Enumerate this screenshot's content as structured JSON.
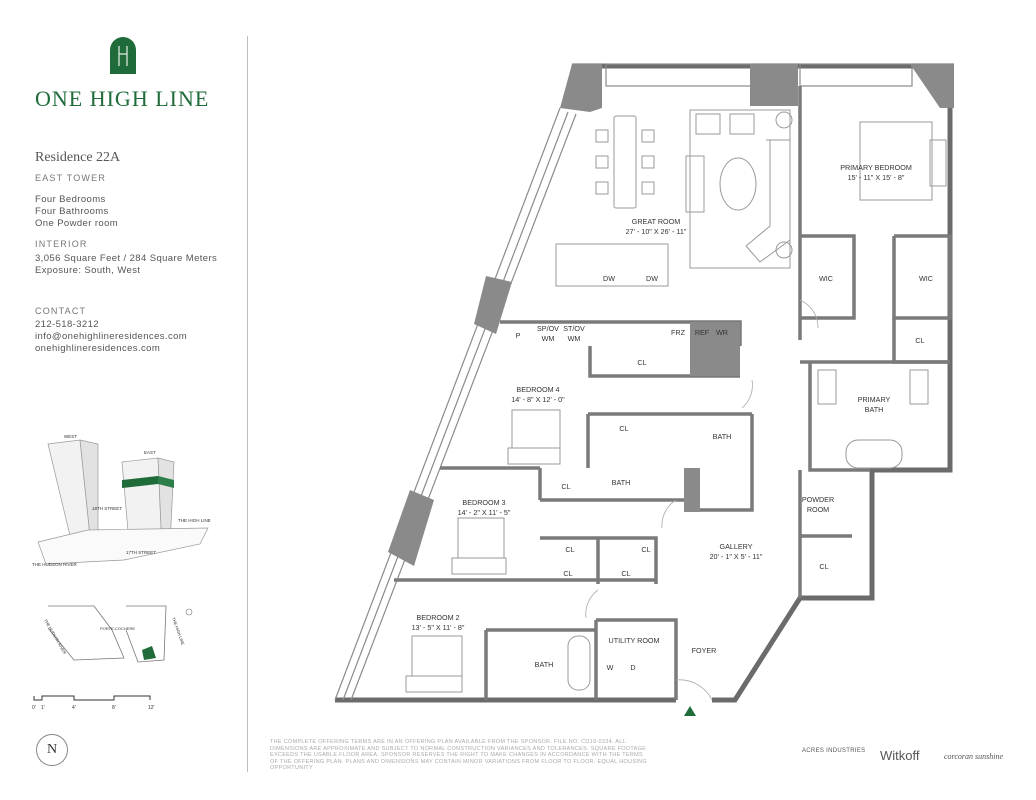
{
  "brand": {
    "name": "ONE HIGH LINE",
    "mark": "1H",
    "color": "#1f6b3a"
  },
  "residence": {
    "title": "Residence 22A",
    "tower": "EAST TOWER",
    "features": [
      "Four Bedrooms",
      "Four Bathrooms",
      "One Powder room"
    ],
    "interior_heading": "INTERIOR",
    "area": "3,056 Square Feet / 284 Square Meters",
    "exposure": "Exposure: South, West"
  },
  "contact": {
    "heading": "CONTACT",
    "phone": "212-518-3212",
    "email": "info@onehighlineresidences.com",
    "website": "onehighlineresidences.com"
  },
  "site_model": {
    "west": "WEST",
    "east": "EAST",
    "street_18": "18TH STREET",
    "street_17": "17TH STREET",
    "high_line": "THE HIGH LINE",
    "hudson": "THE HUDSON RIVER",
    "porte": "PORTE-COCHERE"
  },
  "scale_labels": [
    "0'",
    "1'",
    "4'",
    "8'",
    "12'"
  ],
  "compass": "N",
  "rooms": {
    "great_room": {
      "name": "GREAT ROOM",
      "dims": "27' - 10\" X 26' - 11\""
    },
    "primary_bedroom": {
      "name": "PRIMARY BEDROOM",
      "dims": "15' - 11\" X 15' - 8\""
    },
    "bedroom4": {
      "name": "BEDROOM 4",
      "dims": "14' - 8\" X 12' - 0\""
    },
    "bedroom3": {
      "name": "BEDROOM 3",
      "dims": "14' - 2\" X 11' - 5\""
    },
    "bedroom2": {
      "name": "BEDROOM 2",
      "dims": "13' - 5\" X 11' - 8\""
    },
    "gallery": {
      "name": "GALLERY",
      "dims": "20' - 1\" X 5' - 11\""
    },
    "primary_bath_1": "PRIMARY",
    "primary_bath_2": "BATH",
    "powder_1": "POWDER",
    "powder_2": "ROOM",
    "utility": "UTILITY ROOM",
    "foyer": "FOYER",
    "bath": "BATH",
    "wic": "WIC",
    "cl": "CL",
    "p": "P",
    "sp1": "SP/OV",
    "wm": "WM",
    "st1": "ST/OV",
    "frz": "FRZ",
    "ref": "REF",
    "wr": "WR",
    "dw": "DW",
    "w": "W",
    "d": "D"
  },
  "legal": "THE COMPLETE OFFERING TERMS ARE IN AN OFFERING PLAN AVAILABLE FROM THE SPONSOR. FILE NO. CD19-0334. ALL DIMENSIONS ARE APPROXIMATE AND SUBJECT TO NORMAL CONSTRUCTION VARIANCES AND TOLERANCES. SQUARE FOOTAGE EXCEEDS THE USABLE FLOOR AREA. SPONSOR RESERVES THE RIGHT TO MAKE CHANGES IN ACCORDANCE WITH THE TERMS OF THE OFFERING PLAN. PLANS AND DIMENSIONS MAY CONTAIN MINOR VARIATIONS FROM FLOOR TO FLOOR. EQUAL HOUSING OPPORTUNITY",
  "partners": {
    "acres": "ACRES INDUSTRIES",
    "witkoff": "Witkoff",
    "corcoran": "corcoran sunshine"
  }
}
